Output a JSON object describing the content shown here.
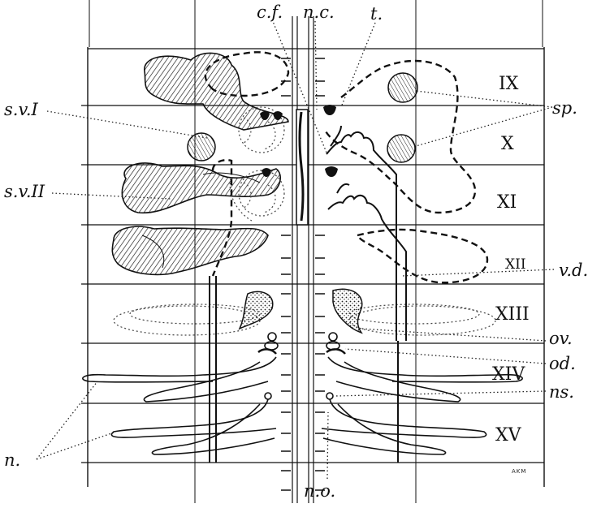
{
  "labels": {
    "cf": "c.f.",
    "nc": "n.c.",
    "t": "t.",
    "sv1": "s.v.I",
    "sv2": "s.v.II",
    "sp": "sp.",
    "vd": "v.d.",
    "ov": "ov.",
    "od": "od.",
    "ns": "ns.",
    "n": "n.",
    "no": "n.o."
  },
  "segments": [
    "IX",
    "X",
    "XI",
    "XII",
    "XIII",
    "XIV",
    "XV"
  ],
  "signature": "AKM"
}
